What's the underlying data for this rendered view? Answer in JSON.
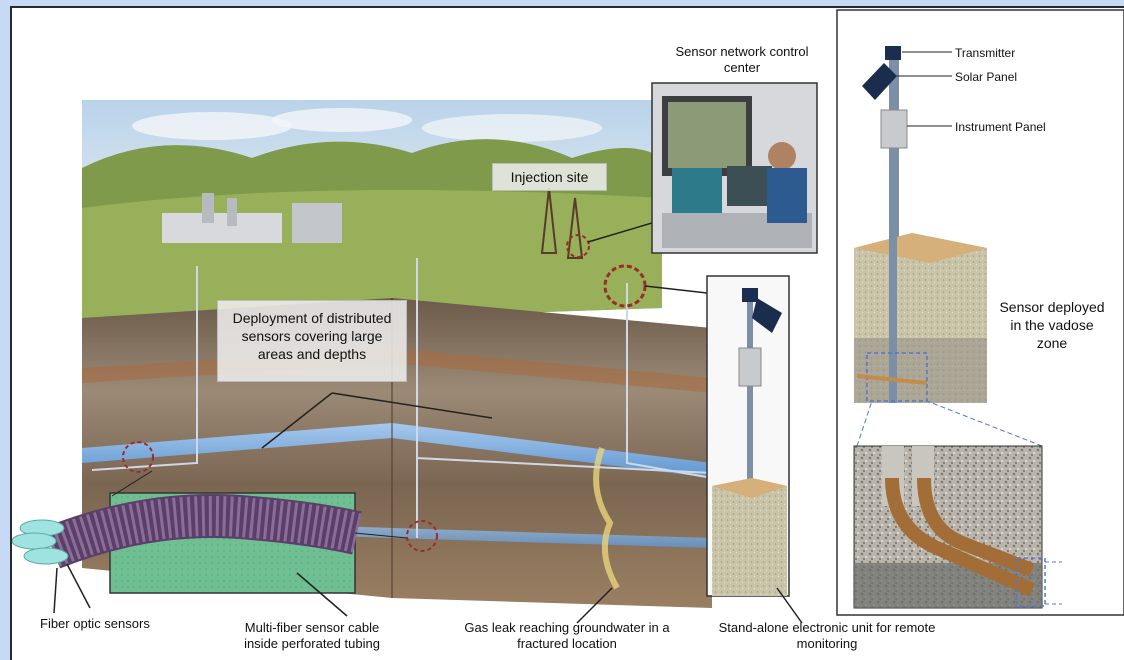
{
  "labels": {
    "sensor_network": "Sensor network control center",
    "injection_site": "Injection site",
    "deployment": "Deployment of distributed sensors covering large areas and depths",
    "transmitter": "Transmitter",
    "solar_panel": "Solar Panel",
    "instrument_panel": "Instrument Panel",
    "sensor_vadose": "Sensor deployed in the vadose zone",
    "fiber_optic": "Fiber optic sensors",
    "multi_fiber": "Multi-fiber sensor cable inside perforated tubing",
    "gas_leak": "Gas leak reaching groundwater in a fractured location",
    "standalone": "Stand-alone electronic unit for remote monitoring"
  },
  "colors": {
    "sky": "#cfe0ef",
    "hills": "#7f9a4a",
    "ground": "#8a6f55",
    "aquifer": "#6fa6d8",
    "callout_circle": "#9b2c2c",
    "cable": "#6b4f7a",
    "tubing": "#c48b4a"
  }
}
